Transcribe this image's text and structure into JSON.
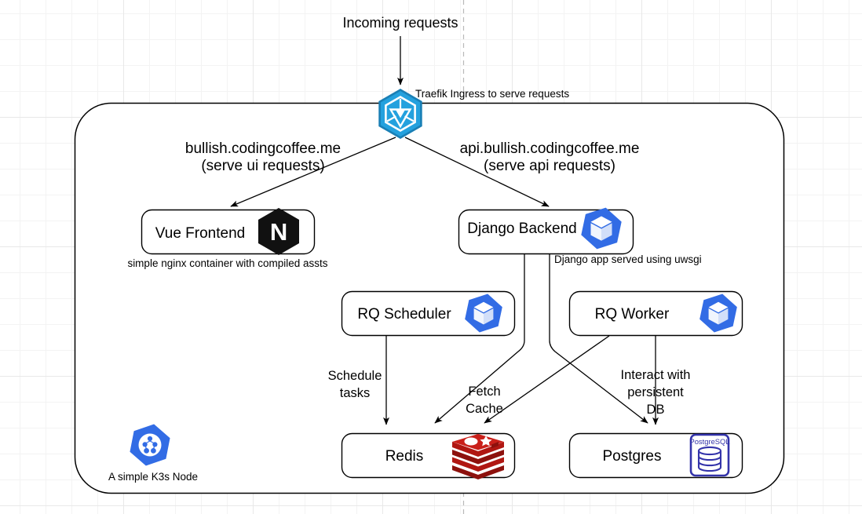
{
  "diagram": {
    "title": "Incoming requests",
    "ingress_note": "Traefik Ingress to serve requests",
    "cluster_note": "A simple K3s Node",
    "frontend_note": "simple nginx container with compiled assts",
    "backend_note": "Django app served using uwsgi",
    "route_ui": {
      "host": "bullish.codingcoffee.me",
      "detail": "(serve ui requests)"
    },
    "route_api": {
      "host": "api.bullish.codingcoffee.me",
      "detail": "(serve api requests)"
    },
    "nodes": [
      {
        "id": "traefik",
        "label": "",
        "icon": "traefik-icon"
      },
      {
        "id": "frontend",
        "label": "Vue Frontend",
        "icon": "nginx-icon"
      },
      {
        "id": "backend",
        "label": "Django Backend",
        "icon": "kubernetes-pod-icon"
      },
      {
        "id": "scheduler",
        "label": "RQ Scheduler",
        "icon": "kubernetes-pod-icon"
      },
      {
        "id": "worker",
        "label": "RQ Worker",
        "icon": "kubernetes-pod-icon"
      },
      {
        "id": "redis",
        "label": "Redis",
        "icon": "redis-icon"
      },
      {
        "id": "postgres",
        "label": "Postgres",
        "icon": "postgresql-icon"
      }
    ],
    "edge_labels": {
      "schedule_tasks_l1": "Schedule",
      "schedule_tasks_l2": "tasks",
      "fetch_cache_l1": "Fetch",
      "fetch_cache_l2": "Cache",
      "persistent_db_l1": "Interact with",
      "persistent_db_l2": "persistent",
      "persistent_db_l3": "DB"
    },
    "icon_text": {
      "nginx_letter": "N",
      "postgres_caption": "PostgreSQL"
    },
    "colors": {
      "traefik_blue": "#24a1de",
      "traefik_blue_dark": "#1a7fb5",
      "kubernetes_blue": "#326ce5",
      "nginx_black": "#111111",
      "redis_red": "#b01712",
      "redis_red_dark": "#8d110d",
      "postgres_blue": "#3333aa",
      "stroke": "#000000",
      "grid": "#e8e8e8",
      "background": "#ffffff"
    }
  }
}
